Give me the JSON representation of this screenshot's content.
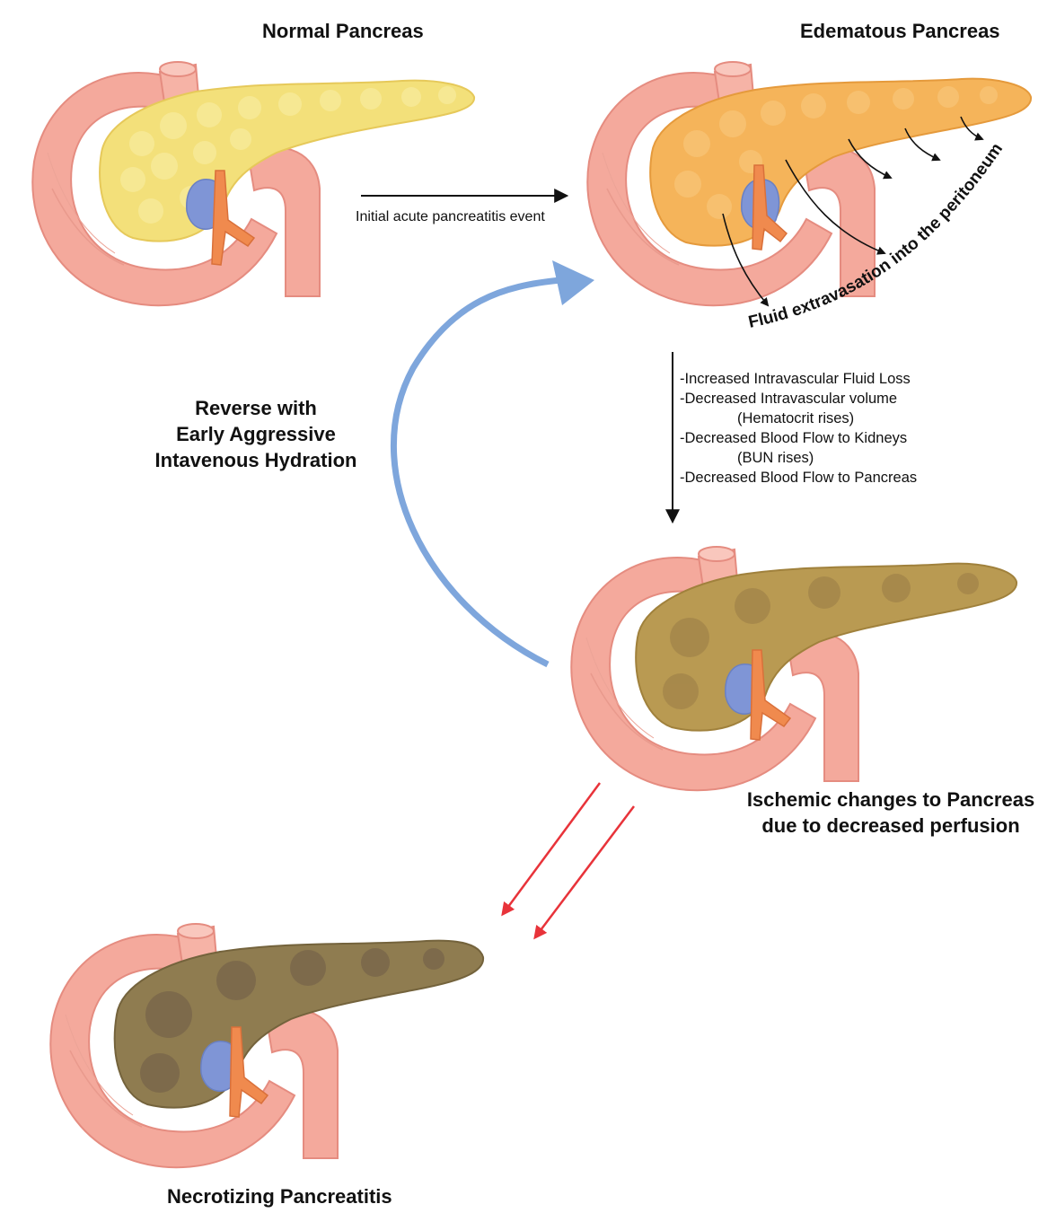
{
  "stages": {
    "normal": {
      "label": "Normal Pancreas"
    },
    "edematous": {
      "label": "Edematous Pancreas"
    },
    "ischemic": {
      "label_line1": "Ischemic changes to Pancreas",
      "label_line2": "due to decreased perfusion"
    },
    "necrotizing": {
      "label": "Necrotizing Pancreatitis"
    }
  },
  "transitions": {
    "initial_event": "Initial acute pancreatitis event",
    "fluid_extravasation": "Fluid extravasation into the peritoneum",
    "effects": [
      {
        "text": "-Increased Intravascular Fluid Loss",
        "indent": false
      },
      {
        "text": "-Decreased Intravascular volume",
        "indent": false
      },
      {
        "text": "(Hematocrit rises)",
        "indent": true
      },
      {
        "text": "-Decreased Blood Flow to Kidneys",
        "indent": false
      },
      {
        "text": "(BUN rises)",
        "indent": true
      },
      {
        "text": "-Decreased Blood Flow to Pancreas",
        "indent": false
      }
    ],
    "reverse_line1": "Reverse with",
    "reverse_line2": "Early Aggressive",
    "reverse_line3": "Intavenous Hydration"
  },
  "colors": {
    "duodenum": "#f4a99c",
    "normal_pancreas": "#f3e07a",
    "edematous_pancreas": "#f5b45a",
    "ischemic_pancreas": "#b99a52",
    "necrotic_pancreas": "#8f7c50",
    "vein": "#7f95d6",
    "artery": "#f08a4e",
    "reverse_arrow": "#7ea6dc",
    "progression_arrow": "#e8333a"
  }
}
